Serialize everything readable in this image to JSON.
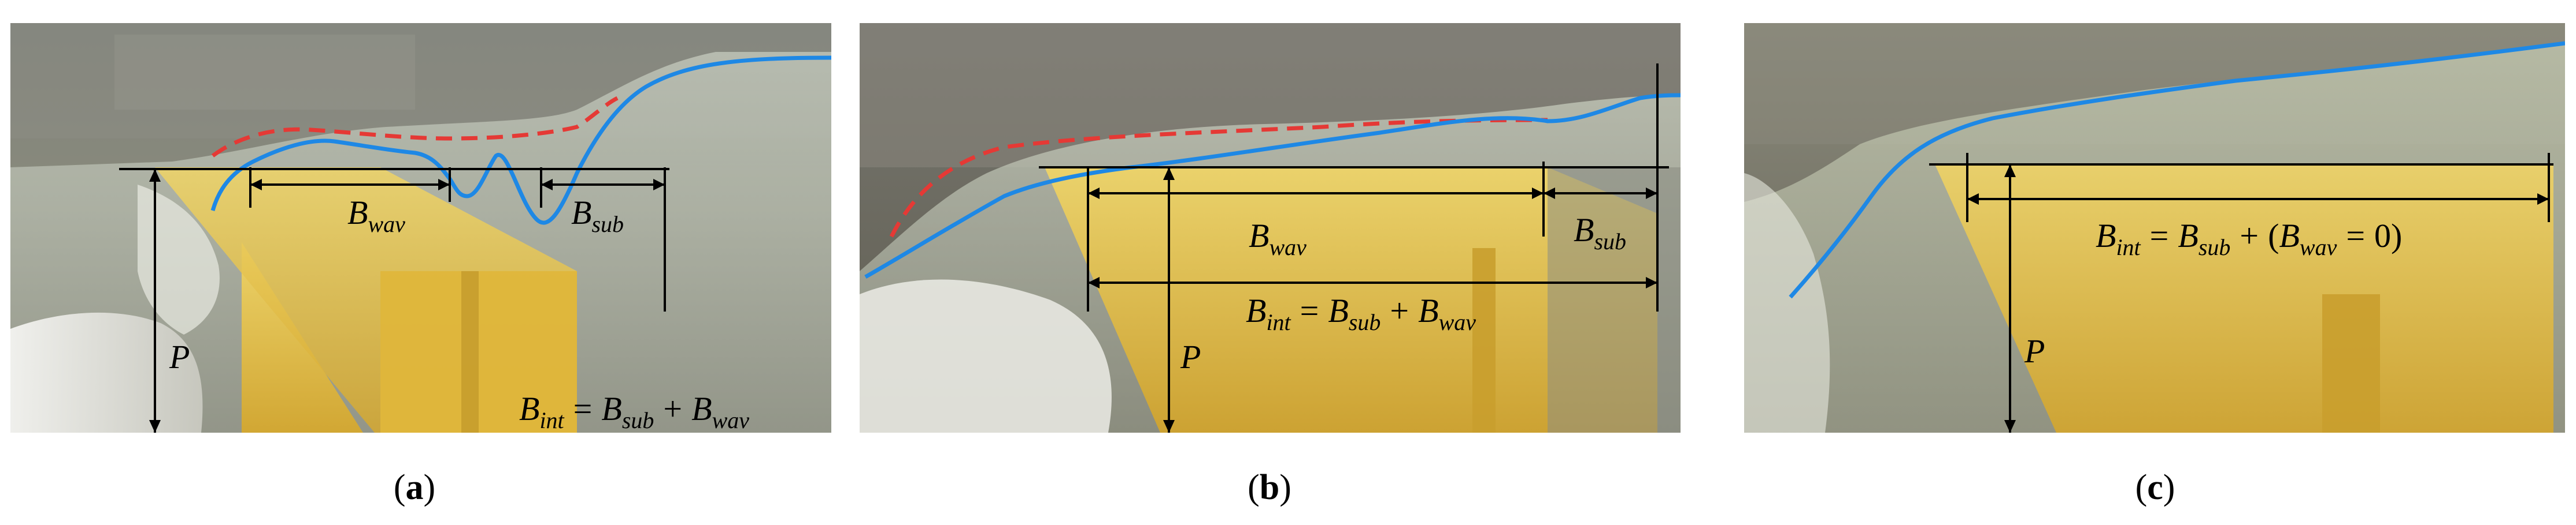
{
  "panels": [
    {
      "id": "a",
      "caption": "a",
      "labels": {
        "bwav": "B",
        "bwav_sub": "wav",
        "bsub": "B",
        "bsub_sub": "sub",
        "p": "P",
        "bint": "B",
        "bint_sub": "int",
        "eq_equals": "=",
        "eq_bsub": "B",
        "eq_bsub_sub": "sub",
        "eq_plus": "+",
        "eq_bwav": "B",
        "eq_bwav_sub": "wav"
      }
    },
    {
      "id": "b",
      "caption": "b",
      "labels": {
        "bwav": "B",
        "bwav_sub": "wav",
        "bsub": "B",
        "bsub_sub": "sub",
        "p": "P",
        "bint": "B",
        "bint_sub": "int",
        "eq_equals": "=",
        "eq_bsub": "B",
        "eq_bsub_sub": "sub",
        "eq_plus": "+",
        "eq_bwav": "B",
        "eq_bwav_sub": "wav"
      }
    },
    {
      "id": "c",
      "caption": "c",
      "labels": {
        "p": "P",
        "bint": "B",
        "bint_sub": "int",
        "eq_equals": "=",
        "eq_bsub": "B",
        "eq_bsub_sub": "sub",
        "eq_plus": "+",
        "eq_paren_open": "(",
        "eq_bwav": "B",
        "eq_bwav_sub": "wav",
        "eq_equals2": "=",
        "eq_zero": "0",
        "eq_paren_close": ")"
      }
    }
  ],
  "colors": {
    "water_line_blue": "#1e88e5",
    "water_line_red": "#e53935",
    "structure_yellow": "#e7c640",
    "annotation_black": "#000000"
  }
}
